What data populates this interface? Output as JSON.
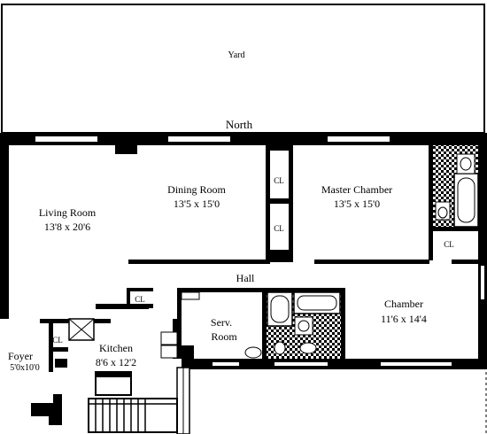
{
  "plan": {
    "yard": "Yard",
    "north": "North",
    "rooms": {
      "dining": {
        "name": "Dining Room",
        "size": "13'5 x 15'0"
      },
      "master": {
        "name": "Master Chamber",
        "size": "13'5 x 15'0"
      },
      "living": {
        "name": "Living Room",
        "size": "13'8 x 20'6"
      },
      "hall": {
        "name": "Hall"
      },
      "chamber": {
        "name": "Chamber",
        "size": "11'6 x 14'4"
      },
      "serv": {
        "line1": "Serv.",
        "line2": "Room"
      },
      "foyer": {
        "name": "Foyer",
        "size": "5'0x10'0"
      },
      "kitchen": {
        "name": "Kitchen",
        "size": "8'6 x 12'2"
      }
    },
    "closets": [
      "CL",
      "CL",
      "CL",
      "CL",
      "CL"
    ]
  }
}
